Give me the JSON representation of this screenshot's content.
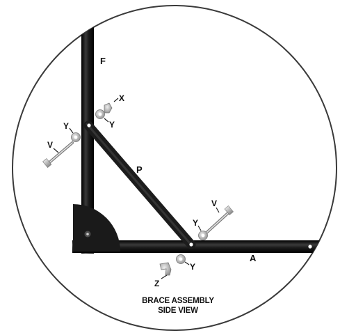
{
  "diagram": {
    "caption": {
      "line1": "BRACE ASSEMBLY",
      "line2": "SIDE VIEW"
    },
    "parts": {
      "frame_vertical": "F",
      "brace": "P",
      "frame_horizontal": "A",
      "bolt_upper": "V",
      "bolt_lower": "V",
      "washer_upper_left": "Y",
      "washer_upper_right": "Y",
      "nut_upper": "X",
      "washer_lower_right": "Y",
      "washer_lower_bottom": "Y",
      "clip_lower": "Z"
    },
    "colors": {
      "tube": "#1c1c1c",
      "circle_outline": "#3a3a3a",
      "hardware": "#a9a9a9"
    }
  }
}
